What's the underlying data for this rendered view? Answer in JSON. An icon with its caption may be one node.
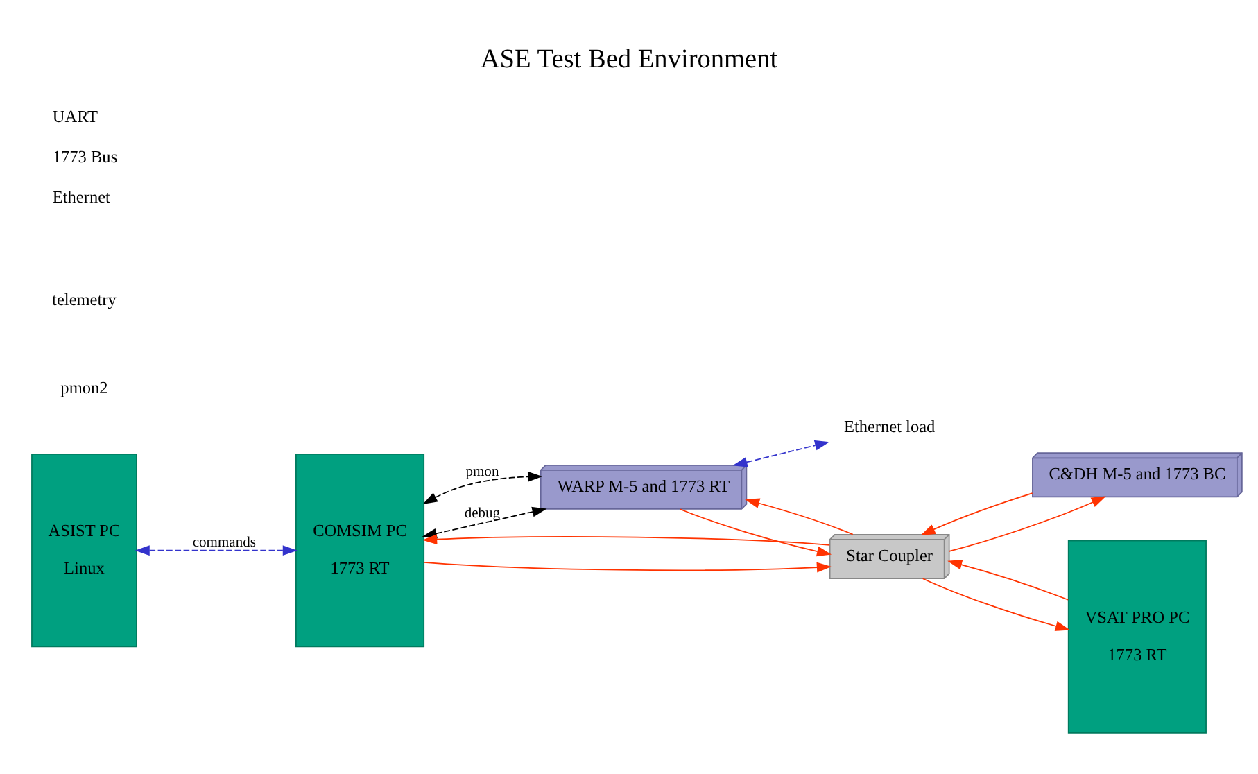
{
  "diagram": {
    "title": "ASE Test Bed Environment",
    "nodes": [
      {
        "text": [
          "ASIST PC",
          "Linux"
        ]
      },
      {
        "text": [
          "COMSIM PC",
          "1773 RT"
        ]
      },
      {
        "text": [
          "Ethernet load"
        ]
      },
      {
        "text": [
          "WARP M-5 and 1773 RT"
        ]
      },
      {
        "text": [
          "C&DH M-5 and 1773 BC"
        ]
      },
      {
        "text": [
          "VSAT PRO PC",
          "1773 RT"
        ]
      },
      {
        "text": [
          "Star Coupler"
        ]
      }
    ],
    "edges": [
      {
        "from": 0,
        "to": 1,
        "arrow": "both",
        "label": "commands",
        "style": "dashed",
        "color": "#3333cc"
      },
      {
        "from": 1,
        "to": 3,
        "arrow": "both",
        "label": "pmon",
        "style": "dashed",
        "color": "#000000"
      },
      {
        "from": 1,
        "to": 3,
        "arrow": "both",
        "label": "debug",
        "style": "dashed",
        "color": "#000000"
      },
      {
        "from": 3,
        "to": 2,
        "arrow": "both",
        "style": "dashed",
        "color": "#3333cc"
      },
      {
        "from": 1,
        "to": 6,
        "arrow": "to"
      },
      {
        "from": 6,
        "to": 1,
        "arrow": "to"
      },
      {
        "from": 6,
        "to": 3,
        "arrow": "to"
      },
      {
        "from": 3,
        "to": 6,
        "arrow": "to"
      },
      {
        "from": 6,
        "to": 4,
        "arrow": "to"
      },
      {
        "from": 4,
        "to": 6,
        "arrow": "to"
      },
      {
        "from": 6,
        "to": 5,
        "arrow": "to"
      },
      {
        "from": 5,
        "to": 6,
        "arrow": "to"
      }
    ],
    "labels": [
      "pmon2",
      "telemetry"
    ],
    "legend": [
      {
        "text": "UART"
      },
      {
        "text": "1773 Bus"
      },
      {
        "text": "Ethernet"
      }
    ]
  }
}
